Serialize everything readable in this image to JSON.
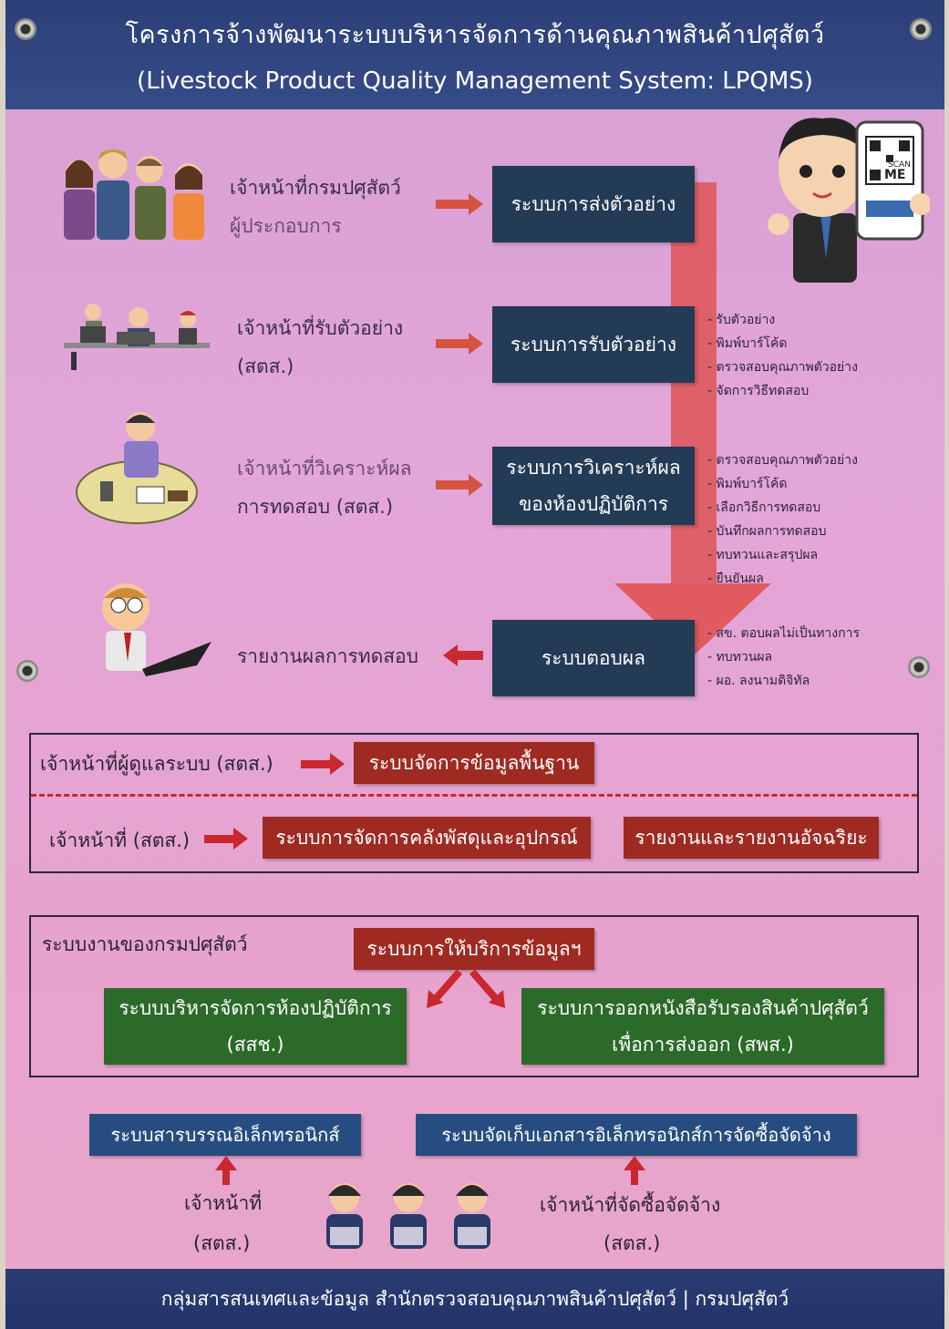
{
  "header": {
    "title_th": "โครงการจ้างพัฒนาระบบบริหารจัดการด้านคุณภาพสินค้าปศุสัตว์",
    "title_en": "(Livestock Product Quality Management System: LPQMS)"
  },
  "flow": {
    "row1": {
      "role_1": "เจ้าหน้าที่กรมปศุสัตว์",
      "role_2": "ผู้ประกอบการ",
      "system": "ระบบการส่งตัวอย่าง"
    },
    "row2": {
      "role_1": "เจ้าหน้าที่รับตัวอย่าง",
      "role_2": "(สตส.)",
      "system": "ระบบการรับตัวอย่าง",
      "bullets": [
        "- รับตัวอย่าง",
        "- พิมพ์บาร์โค้ด",
        "- ตรวจสอบคุณภาพตัวอย่าง",
        "- จัดการวิธีทดสอบ"
      ]
    },
    "row3": {
      "role_1": "เจ้าหน้าที่วิเคราะห์ผล",
      "role_2": "การทดสอบ (สตส.)",
      "system_1": "ระบบการวิเคราะห์ผล",
      "system_2": "ของห้องปฏิบัติการ",
      "bullets": [
        "- ตรวจสอบคุณภาพตัวอย่าง",
        "- พิมพ์บาร์โค้ด",
        "- เลือกวิธีการทดสอบ",
        "- บันทึกผลการทดสอบ",
        "- ทบทวนและสรุปผล",
        "- ยืนยันผล"
      ]
    },
    "row4": {
      "role_1": "รายงานผลการทดสอบ",
      "system": "ระบบตอบผล",
      "bullets": [
        "- สข. ตอบผลไม่เป็นทางการ",
        "- ทบทวนผล",
        "- ผอ. ลงนามดิจิทัล"
      ]
    }
  },
  "admin_box": {
    "admin_label": "เจ้าหน้าที่ผู้ดูแลระบบ (สตส.)",
    "admin_system": "ระบบจัดการข้อมูลพื้นฐาน",
    "staff_label": "เจ้าหน้าที่ (สตส.)",
    "staff_system": "ระบบการจัดการคลังพัสดุและอุปกรณ์",
    "report_system": "รายงานและรายงานอัจฉริยะ"
  },
  "dld_box": {
    "label": "ระบบงานของกรมปศุสัตว์",
    "service": "ระบบการให้บริการข้อมูลฯ",
    "left_1": "ระบบบริหารจัดการห้องปฏิบัติการ",
    "left_2": "(สสช.)",
    "right_1": "ระบบการออกหนังสือรับรองสินค้าปศุสัตว์",
    "right_2": "เพื่อการส่งออก (สพส.)"
  },
  "bottom": {
    "left_system": "ระบบสารบรรณอิเล็กทรอนิกส์",
    "right_system": "ระบบจัดเก็บเอกสารอิเล็กทรอนิกส์การจัดซื้อจัดจ้าง",
    "left_role_1": "เจ้าหน้าที่",
    "left_role_2": "(สตส.)",
    "right_role_1": "เจ้าหน้าที่จัดซื้อจัดจ้าง",
    "right_role_2": "(สตส.)"
  },
  "qr": {
    "scan_label": "SCAN",
    "me_label": "ME"
  },
  "footer": {
    "text": "กลุ่มสารสนเทศและข้อมูล  สำนักตรวจสอบคุณภาพสินค้าปศุสัตว์ | กรมปศุสัตว์"
  },
  "colors": {
    "navy": "#243b56",
    "red": "#9e2a22",
    "green": "#2c6a2a",
    "blue": "#274d80",
    "banner_pink": "#e3a6d9"
  }
}
